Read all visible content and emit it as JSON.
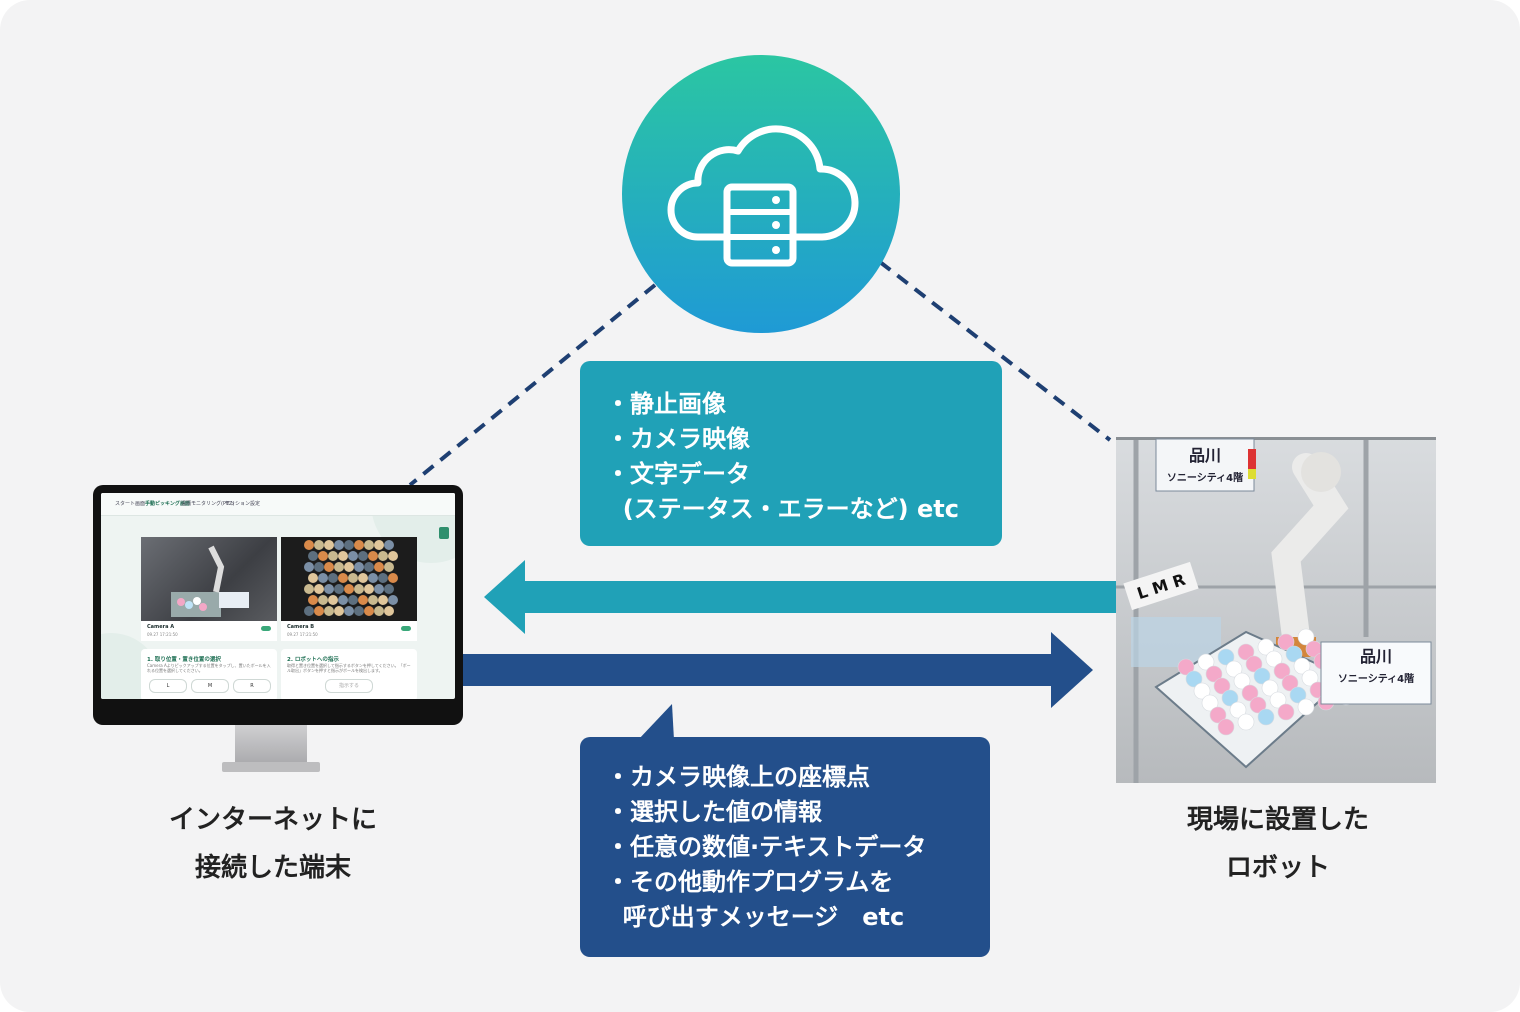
{
  "down_box": {
    "items": [
      "・静止画像",
      "・カメラ映像",
      "・文字データ",
      "  (ステータス・エラーなど) etc"
    ]
  },
  "up_box": {
    "items": [
      "・カメラ映像上の座標点",
      "・選択した値の情報",
      "・任意の数値·テキストデータ",
      "・その他動作プログラムを",
      "  呼び出すメッセージ　etc"
    ]
  },
  "terminal_label": {
    "line1": "インターネットに",
    "line2": "接続した端末"
  },
  "robot_label": {
    "line1": "現場に設置した",
    "line2": "ロボット"
  },
  "screen": {
    "tabs": [
      "スタート画面",
      "手動ピッキング画面",
      "遠隔モニタリング(PTZ)",
      "セッション設定"
    ],
    "camera_a": {
      "name": "Camera A",
      "time": "09.27 17:21:50"
    },
    "camera_b": {
      "name": "Camera B",
      "time": "09.27 17:21:50"
    },
    "panel1": {
      "title": "1. 取り位置・置き位置の選択",
      "text": "Camera Aよりピックアップする位置をタップし、置いたボールを入れる位置を選択してください。",
      "buttons": [
        "L",
        "M",
        "R"
      ]
    },
    "panel2": {
      "title": "2. ロボットへの指示",
      "text": "取得と置き位置を選択して指示するボタンを押してください。「ボール取出」ボタンを押すと指示がボールを検出します。",
      "button": "指示する"
    }
  },
  "robot_photo": {
    "sign_top": {
      "title": "品川",
      "sub": "ソニーシティ4階"
    },
    "sign_right": {
      "title": "品川",
      "sub": "ソニーシティ4階"
    },
    "lmr": "L M R"
  },
  "colors": {
    "background": "#f3f3f4",
    "cloud_gradient_top": "#2bc6a2",
    "cloud_gradient_bottom": "#1f9ad5",
    "teal": "#20a1b7",
    "navy": "#234f8b",
    "dashed_line": "#1e3f72"
  },
  "icons": [
    "cloud-server-icon",
    "arrow-left-icon",
    "arrow-right-icon"
  ]
}
